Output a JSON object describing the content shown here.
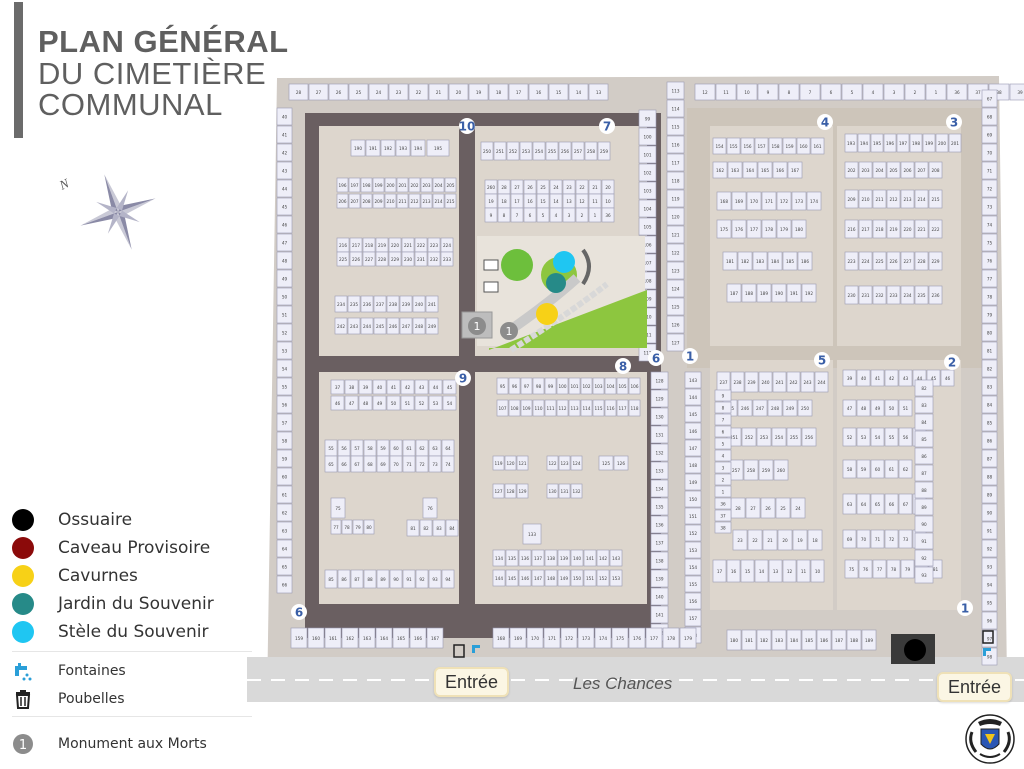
{
  "title": {
    "line1": "PLAN GÉNÉRAL",
    "line2": "DU CIMETIÈRE",
    "line3": "COMMUNAL"
  },
  "compass": {
    "north_label": "N"
  },
  "legend": {
    "items": [
      {
        "label": "Ossuaire",
        "color": "#000000"
      },
      {
        "label": "Caveau Provisoire",
        "color": "#8b0a0a"
      },
      {
        "label": "Cavurnes",
        "color": "#f7d117"
      },
      {
        "label": "Jardin du Souvenir",
        "color": "#268a88"
      },
      {
        "label": "Stèle du Souvenir",
        "color": "#1fc6f2"
      }
    ],
    "fontaines": "Fontaines",
    "poubelles": "Poubelles",
    "monument_number": "1",
    "monument": "Monument aux Morts"
  },
  "map": {
    "street": "Les Chances",
    "entrance_left": "Entrée",
    "entrance_right": "Entrée",
    "section_markers": [
      "10",
      "7",
      "4",
      "3",
      "9",
      "8",
      "6",
      "1",
      "5",
      "2",
      "6",
      "1"
    ],
    "monument_number": "1",
    "colors": {
      "wall": "#d2ccc6",
      "ground": "#ddd6cd",
      "path": "#6a5f61",
      "plot": "#eeeef8",
      "plot_border": "#9a9ab2",
      "marker": "#3a5fa7",
      "garden": "#8dc63f"
    },
    "plot_numbers": [
      "28",
      "27",
      "26",
      "25",
      "24",
      "23",
      "22",
      "21",
      "20",
      "19",
      "18",
      "17",
      "16",
      "15",
      "14",
      "13",
      "12",
      "11",
      "10",
      "9",
      "8",
      "7",
      "6",
      "5",
      "4",
      "3",
      "2",
      "1",
      "36",
      "37",
      "38",
      "39",
      "40",
      "41",
      "42",
      "43",
      "44",
      "45",
      "46",
      "47",
      "48",
      "49",
      "50",
      "51",
      "52",
      "53",
      "54",
      "55",
      "56",
      "57",
      "58",
      "59",
      "60",
      "61",
      "62",
      "63",
      "64",
      "65",
      "66",
      "67",
      "68",
      "69",
      "70",
      "71",
      "72",
      "73",
      "74",
      "75",
      "76",
      "77",
      "78",
      "79",
      "80",
      "81",
      "82",
      "83",
      "84",
      "85",
      "86",
      "87",
      "88",
      "89",
      "90",
      "91",
      "92",
      "93",
      "94",
      "95",
      "96",
      "97",
      "98",
      "99",
      "100",
      "101",
      "102",
      "103",
      "104",
      "105",
      "106",
      "107",
      "108",
      "109",
      "110",
      "111",
      "112",
      "113",
      "114",
      "115",
      "116",
      "117",
      "118",
      "119",
      "120",
      "121",
      "122",
      "123",
      "124",
      "125",
      "126",
      "127",
      "128",
      "129",
      "130",
      "131",
      "132",
      "133",
      "134",
      "135",
      "136",
      "137",
      "138",
      "139",
      "140",
      "141",
      "142",
      "143",
      "144",
      "145",
      "146",
      "147",
      "148",
      "149",
      "150",
      "151",
      "152",
      "153",
      "154",
      "155",
      "156",
      "157",
      "158",
      "159",
      "160",
      "161",
      "162",
      "163",
      "164",
      "165",
      "166",
      "167",
      "168",
      "169",
      "170",
      "171",
      "172",
      "173",
      "174",
      "175",
      "176",
      "177",
      "178",
      "179",
      "180",
      "181",
      "182",
      "183",
      "184",
      "185",
      "186",
      "187",
      "188",
      "189",
      "190",
      "191",
      "192",
      "193",
      "194",
      "195",
      "196",
      "197",
      "198",
      "199",
      "200",
      "201",
      "202",
      "203",
      "204",
      "205",
      "206",
      "207",
      "208",
      "209",
      "210",
      "211",
      "212",
      "213",
      "214",
      "215",
      "216",
      "217",
      "218",
      "219",
      "220",
      "221",
      "222",
      "223",
      "224",
      "225",
      "226",
      "227",
      "228",
      "229",
      "230",
      "231",
      "232",
      "233",
      "234",
      "235",
      "236",
      "237",
      "238",
      "239",
      "240",
      "241",
      "242",
      "243",
      "244",
      "245",
      "246",
      "247",
      "248",
      "249",
      "250",
      "251",
      "252",
      "253",
      "254",
      "255",
      "256",
      "257",
      "258",
      "259",
      "260"
    ]
  }
}
